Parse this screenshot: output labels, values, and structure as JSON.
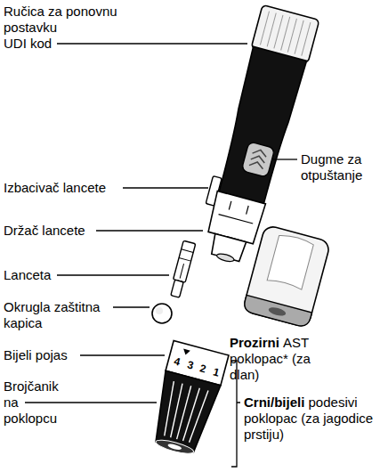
{
  "diagram": {
    "labels": [
      "Ručica za ponovnu postavku",
      "UDI kod",
      "Dugme za otpuštanje",
      "Izbacivač lancete",
      "Držač lancete",
      "Lanceta",
      "Okrugla zaštitna kapica",
      "Prozirni",
      "AST poklopac* (za dlan)",
      "Bijeli pojas",
      "Brojčanik na poklopcu",
      "Crni/bijeli",
      "podesivi poklopac (za jagodice prstiju)",
      "4",
      "3",
      "2",
      "1"
    ]
  }
}
